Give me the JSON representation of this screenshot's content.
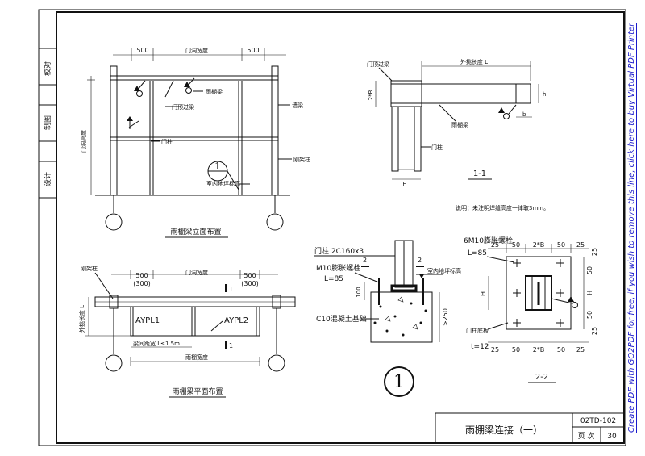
{
  "left_strip": {
    "check": "校对",
    "draw": "制图",
    "design": "设计"
  },
  "elevation": {
    "dim_500_left": "500",
    "dim_door_width": "门洞宽度",
    "dim_500_right": "500",
    "label_canopy_beam": "雨棚梁",
    "label_door_lintel": "门顶过梁",
    "label_wall_beam": "墙梁",
    "label_door_post": "门柱",
    "label_rigid_col": "刚架柱",
    "label_floor": "室内地坪标高",
    "label_door_height": "门洞高度",
    "section_mark": "1",
    "caption": "雨棚梁立面布置"
  },
  "plan": {
    "label_rigid_col": "刚架柱",
    "dim_500_left": "500",
    "dim_300_left": "(300)",
    "dim_door_width": "门洞宽度",
    "dim_500_right": "500",
    "dim_300_right": "(300)",
    "cut_mark": "1",
    "aypl1": "AYPL1",
    "aypl2": "AYPL2",
    "spacing": "梁间距宽 L≤1.5m",
    "dim_bottom": "雨棚宽度",
    "label_length": "外挑长度 L",
    "caption": "雨棚梁平面布置"
  },
  "section11": {
    "label_lintel": "门顶过梁",
    "dim_L": "外挑长度 L",
    "dim_2B": "2*B",
    "dim_h": "h",
    "dim_b": "b",
    "label_canopy": "雨棚梁",
    "label_post": "门柱",
    "dim_H": "H",
    "title": "1-1",
    "note": "说明：未注明焊缝高度一律取3mm。"
  },
  "detail1": {
    "post": "门柱 2C160x3",
    "anchor": "M10膨胀螺栓",
    "len": "L=85",
    "floor": "室内地坪标高",
    "dim_100": "100",
    "base": "C10混凝土基础",
    "dim_250": ">250",
    "circle": "1"
  },
  "section22": {
    "bolts": "6M10膨胀螺栓",
    "len": "L=85",
    "top_dims": [
      "25",
      "50",
      "2*B",
      "50",
      "25"
    ],
    "right_dims": [
      "25",
      "50",
      "H",
      "50",
      "25"
    ],
    "left_H": "H",
    "plate": "门柱底板",
    "thick": "t=12",
    "bottom_dims": [
      "25",
      "50",
      "2*B",
      "50",
      "25"
    ],
    "title": "2-2"
  },
  "title_block": {
    "title": "雨棚梁连接（一）",
    "code": "02TD-102",
    "page_label": "页 次",
    "page_no": "30"
  },
  "watermark": "Create PDF with GO2PDF for free, if you wish to remove this line, click here to buy Virtual PDF Printer"
}
